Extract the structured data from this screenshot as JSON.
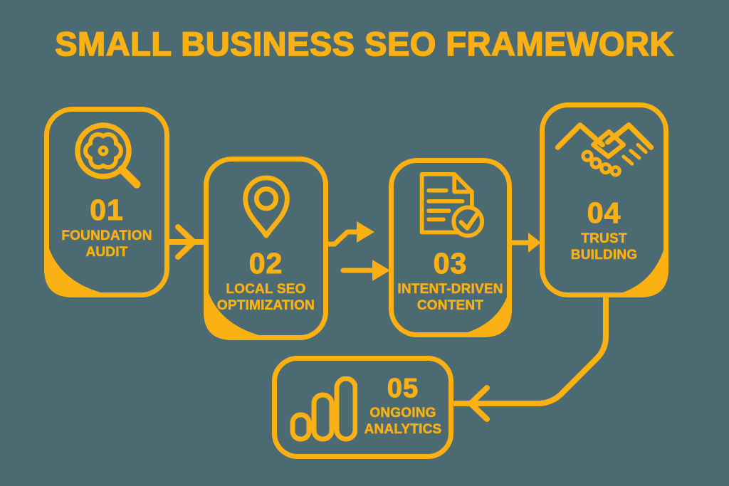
{
  "page": {
    "background": "#4c6a72",
    "accent": "#fbb013"
  },
  "title": "SMALL BUSINESS SEO FRAMEWORK",
  "steps": [
    {
      "number": "01",
      "label": "FOUNDATION\nAUDIT",
      "icon": "magnifier-gear-icon"
    },
    {
      "number": "02",
      "label": "LOCAL SEO\nOPTIMIZATION",
      "icon": "location-pin-icon"
    },
    {
      "number": "03",
      "label": "INTENT-DRIVEN\nCONTENT",
      "icon": "document-check-icon"
    },
    {
      "number": "04",
      "label": "TRUST\nBUILDING",
      "icon": "handshake-icon"
    },
    {
      "number": "05",
      "label": "ONGOING\nANALYTICS",
      "icon": "bar-chart-icon"
    }
  ]
}
